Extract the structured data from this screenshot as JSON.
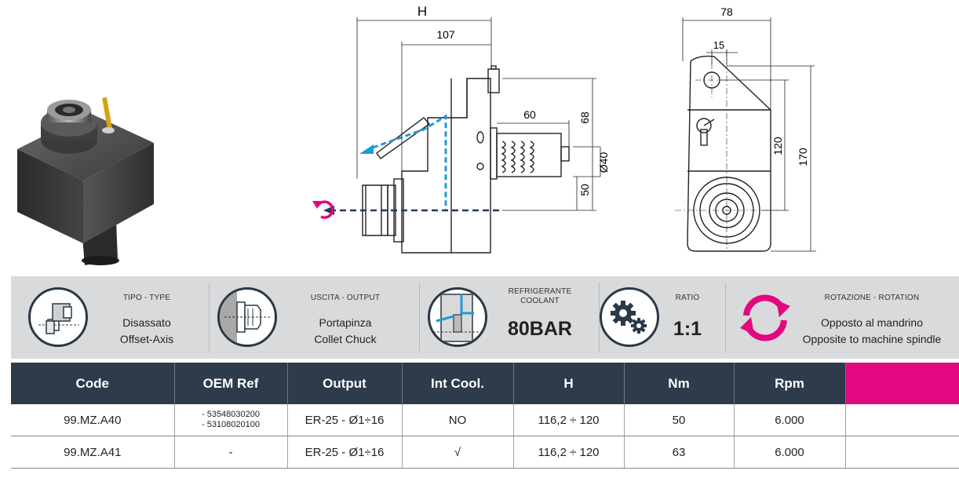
{
  "drawings": {
    "side_view": {
      "dim_H": "H",
      "dim_107": "107",
      "dim_60": "60",
      "dim_68": "68",
      "dim_40": "Ø40",
      "dim_50": "50"
    },
    "front_view": {
      "dim_78": "78",
      "dim_15": "15",
      "dim_120": "120",
      "dim_170": "170"
    }
  },
  "specs": [
    {
      "label": "TIPO - TYPE",
      "value_lines": [
        "Disassato",
        "Offset-Axis"
      ],
      "icon": "offset-axis-icon"
    },
    {
      "label": "USCITA - OUTPUT",
      "value_lines": [
        "Portapinza",
        "Collet Chuck"
      ],
      "icon": "collet-chuck-icon"
    },
    {
      "label_lines": [
        "REFRIGERANTE",
        "COOLANT"
      ],
      "big_value": "80BAR",
      "icon": "coolant-icon"
    },
    {
      "label": "RATIO",
      "big_value": "1:1",
      "icon": "gears-icon"
    },
    {
      "label": "ROTAZIONE - ROTATION",
      "value_lines": [
        "Opposto al mandrino",
        "Opposite to machine spindle"
      ],
      "icon": "rotation-arrows-icon"
    }
  ],
  "table": {
    "headers": [
      "Code",
      "OEM Ref",
      "Output",
      "Int Cool.",
      "H",
      "Nm",
      "Rpm"
    ],
    "rows": [
      {
        "code": "99.MZ.A40",
        "oem": [
          "- 53548030200",
          "- 53108020100"
        ],
        "output": "ER-25 - Ø1÷16",
        "cool": "NO",
        "h": "116,2 ÷ 120",
        "nm": "50",
        "rpm": "6.000"
      },
      {
        "code": "99.MZ.A41",
        "oem": [
          "-"
        ],
        "output": "ER-25 - Ø1÷16",
        "cool": "√",
        "h": "116,2 ÷ 120",
        "nm": "63",
        "rpm": "6.000"
      }
    ]
  },
  "colors": {
    "navy": "#2d3b4a",
    "magenta": "#e2087f",
    "coolant_blue": "#1f9bd7",
    "strip_gray": "#d9dadb"
  }
}
